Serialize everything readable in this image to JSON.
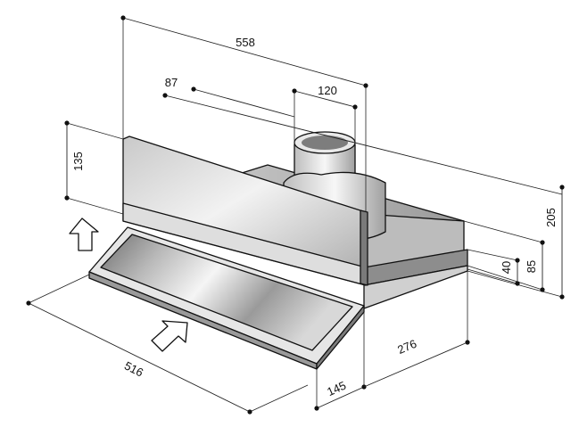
{
  "dimensions": {
    "total_width": "558",
    "left_offset": "87",
    "duct_diameter": "120",
    "front_height": "135",
    "total_height": "205",
    "body_height": "85",
    "lower_height": "40",
    "depth": "516",
    "drawer_depth": "145",
    "body_depth": "276"
  }
}
